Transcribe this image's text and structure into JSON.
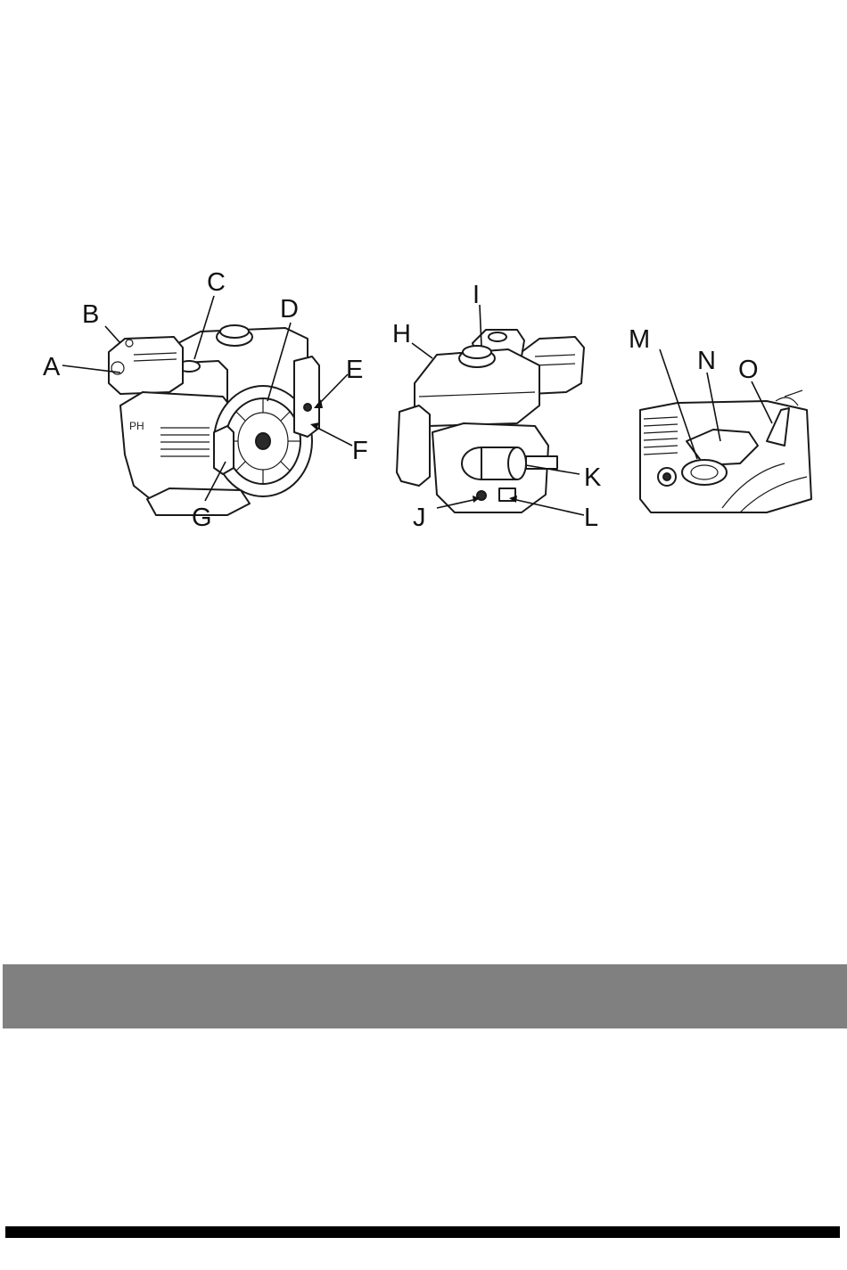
{
  "figures": [
    {
      "name": "engine-front-view",
      "labels": [
        "A",
        "B",
        "C",
        "D",
        "E",
        "F",
        "G"
      ]
    },
    {
      "name": "engine-rear-view",
      "labels": [
        "H",
        "I",
        "J",
        "K",
        "L"
      ]
    },
    {
      "name": "detail-view",
      "labels": [
        "M",
        "N",
        "O"
      ]
    }
  ],
  "colors": {
    "band": "#808080",
    "rule": "#000000",
    "ink": "#1a1a1a"
  }
}
